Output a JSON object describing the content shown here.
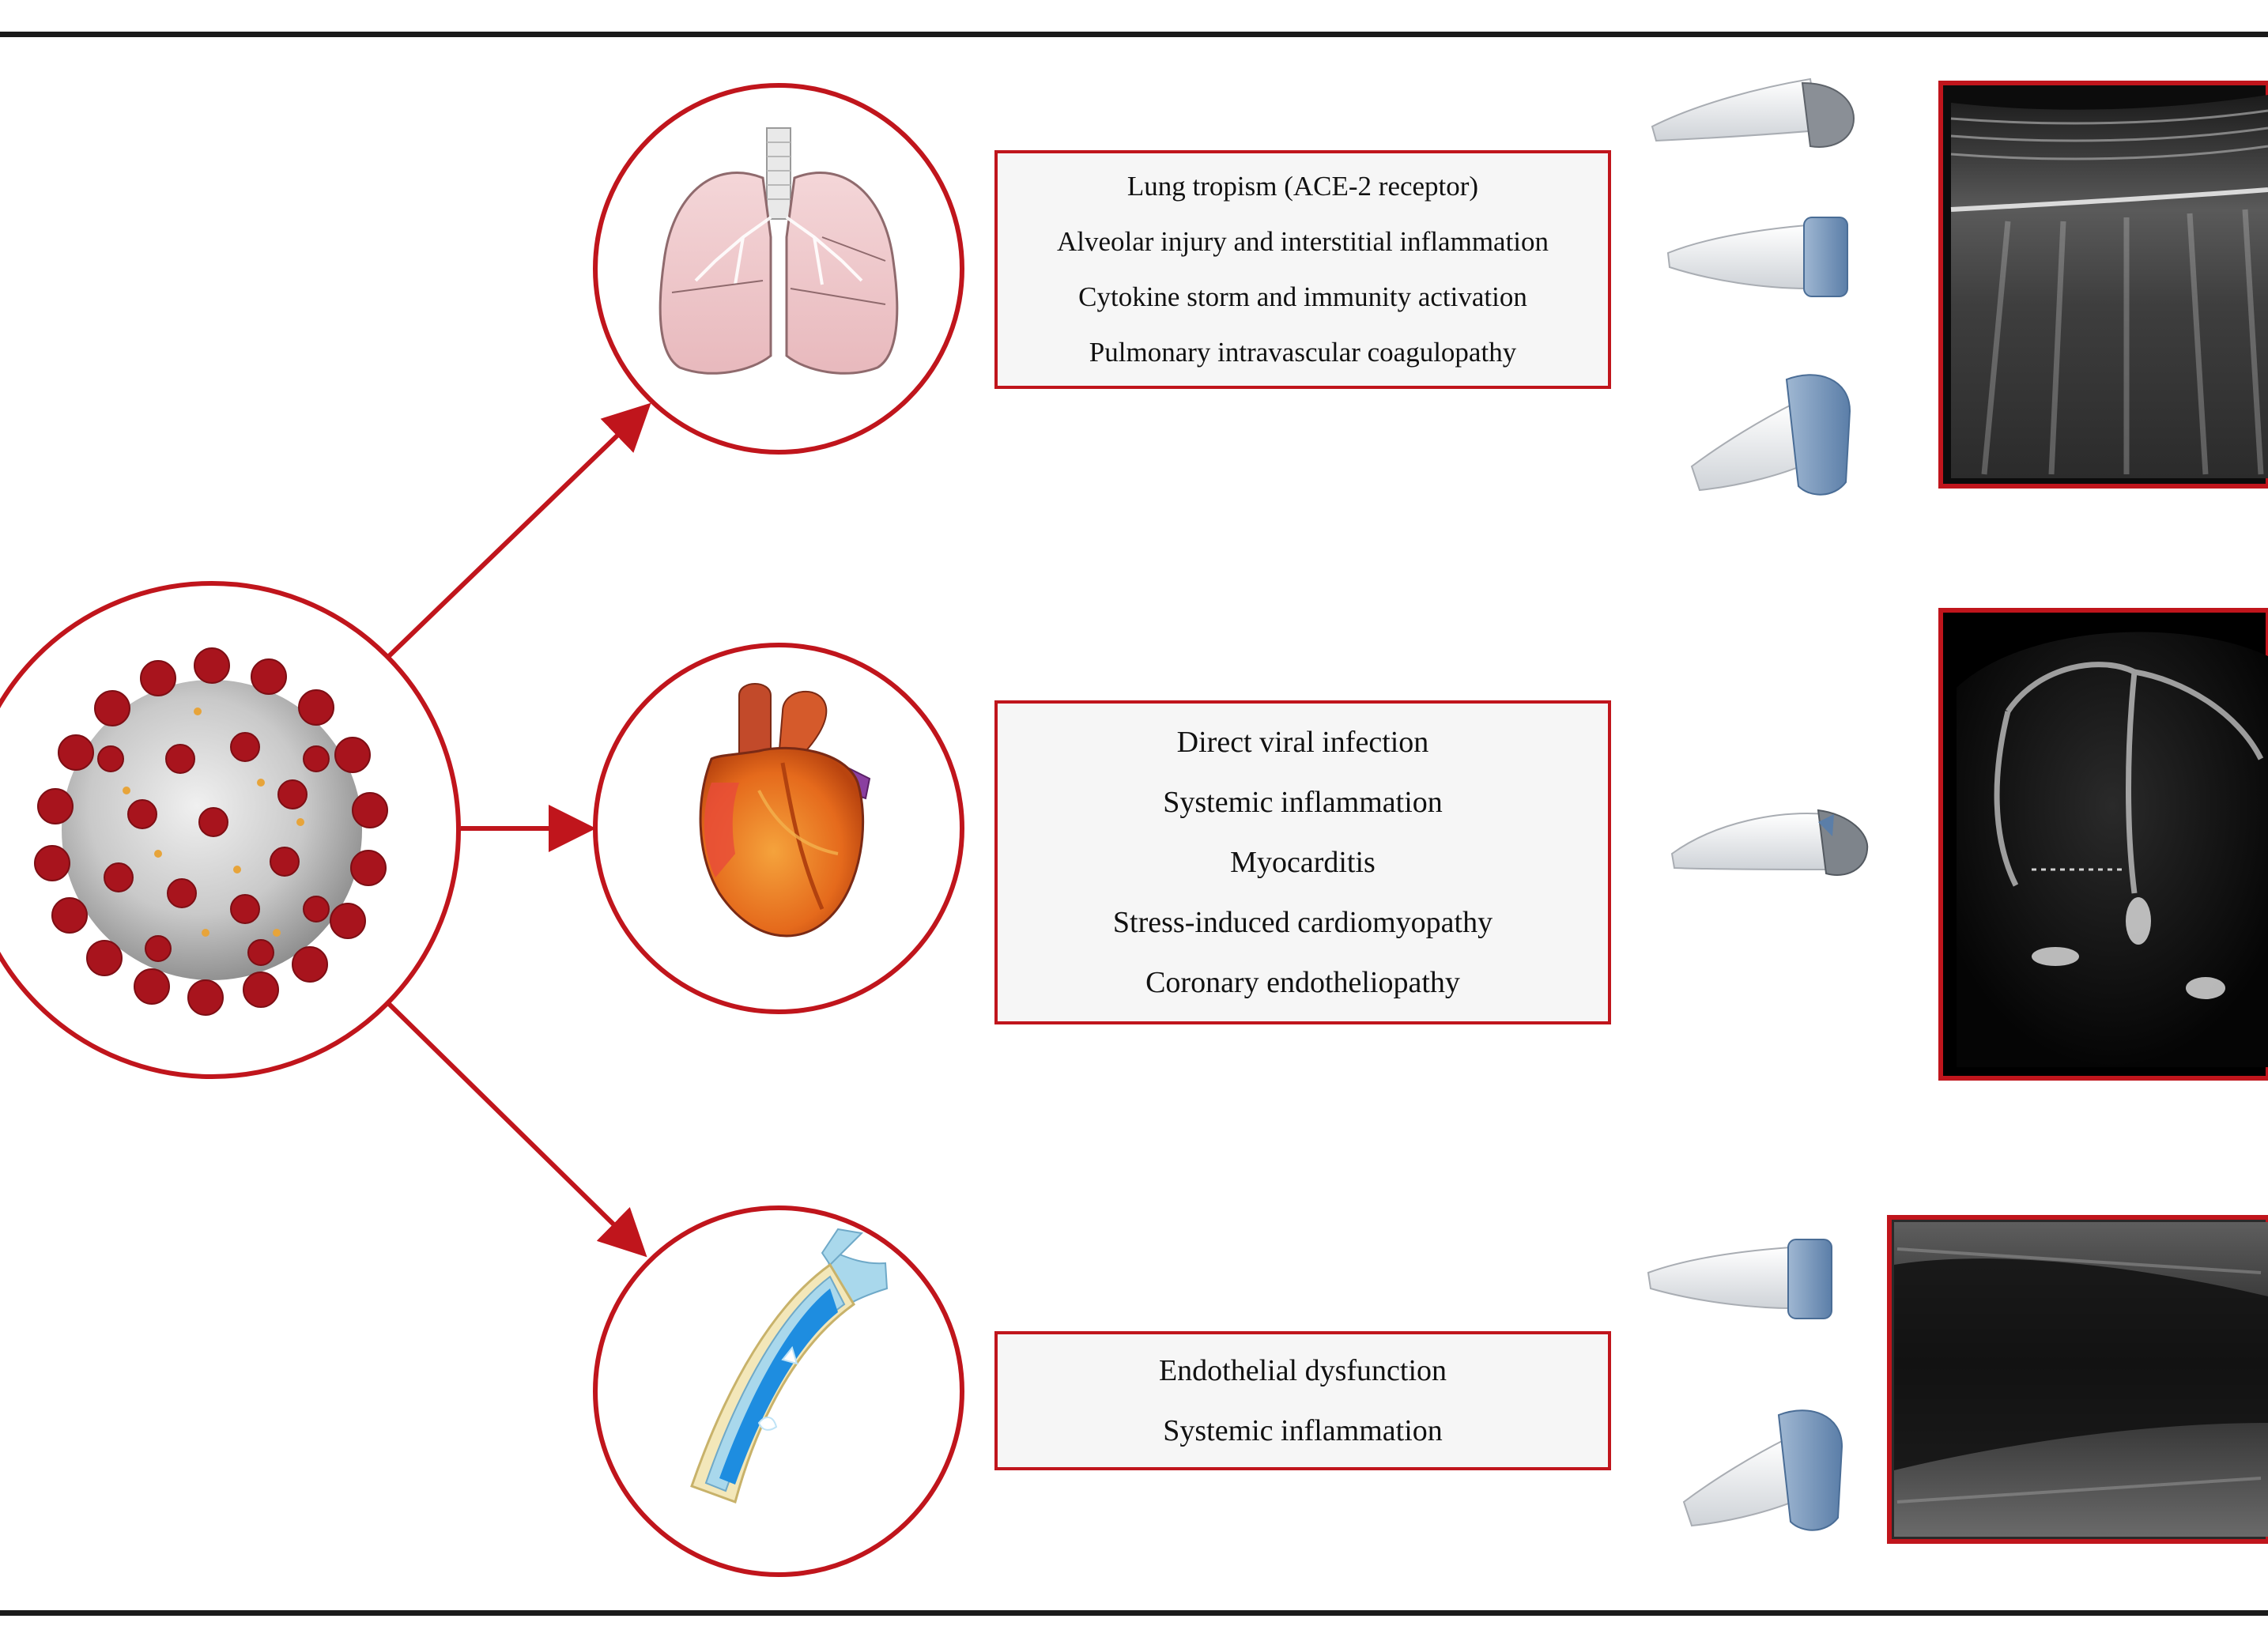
{
  "colors": {
    "accent_red": "#c0151c",
    "box_fill": "#f6f6f6",
    "frame": "#1a1a1a"
  },
  "nodes": {
    "virus": {
      "icon": "coronavirus-icon"
    },
    "lung": {
      "icon": "lungs-icon"
    },
    "heart": {
      "icon": "heart-icon"
    },
    "vessel": {
      "icon": "blood-vessel-icon"
    }
  },
  "boxes": {
    "lung": {
      "lines": [
        "Lung tropism (ACE-2 receptor)",
        "Alveolar injury and interstitial inflammation",
        "Cytokine storm and immunity activation",
        "Pulmonary intravascular coagulopathy"
      ]
    },
    "heart": {
      "lines": [
        "Direct viral infection",
        "Systemic inflammation",
        "Myocarditis",
        "Stress-induced cardiomyopathy",
        "Coronary endotheliopathy"
      ]
    },
    "vessel": {
      "lines": [
        "Endothelial dysfunction",
        "Systemic inflammation"
      ]
    }
  },
  "probes": {
    "lung": [
      "convex-probe-icon",
      "linear-probe-icon",
      "linear-probe-icon"
    ],
    "heart": [
      "phased-array-probe-icon"
    ],
    "vessel": [
      "linear-probe-icon",
      "linear-probe-icon"
    ]
  },
  "ultrasound_images": {
    "lung": "lung-ultrasound-image",
    "heart": "echocardiogram-image",
    "vessel": "vascular-ultrasound-image"
  }
}
